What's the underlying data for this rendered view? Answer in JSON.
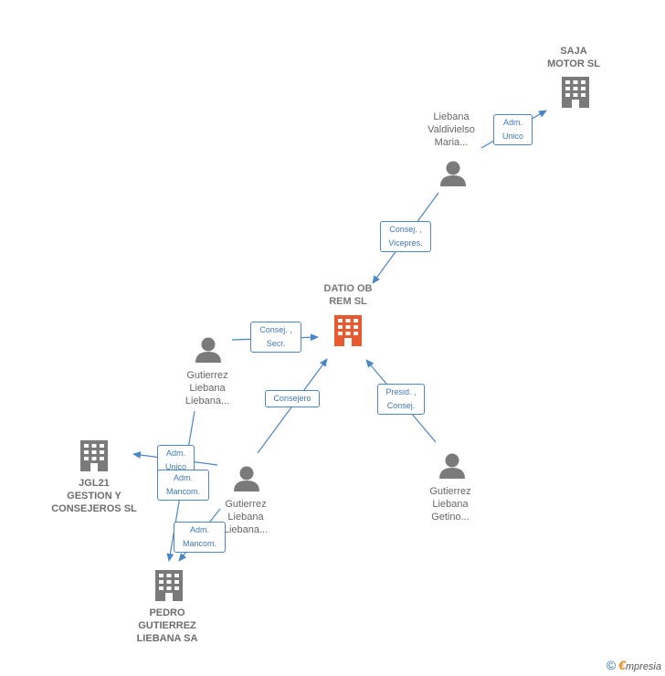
{
  "nodes": {
    "datio": {
      "type": "company",
      "main": true,
      "name_lines": [
        "DATIO OB",
        "REM SL"
      ]
    },
    "saja": {
      "type": "company",
      "name_lines": [
        "SAJA",
        "MOTOR SL"
      ]
    },
    "jgl21": {
      "type": "company",
      "name_lines": [
        "JGL21",
        "GESTION Y",
        "CONSEJEROS SL"
      ]
    },
    "pedro": {
      "type": "company",
      "name_lines": [
        "PEDRO",
        "GUTIERREZ",
        "LIEBANA SA"
      ]
    },
    "liebana_valdivielso": {
      "type": "person",
      "name_lines": [
        "Liebana",
        "Valdivielso",
        "Maria..."
      ]
    },
    "gutierrez_1": {
      "type": "person",
      "name_lines": [
        "Gutierrez",
        "Liebana",
        "Liebana..."
      ]
    },
    "gutierrez_2": {
      "type": "person",
      "name_lines": [
        "Gutierrez",
        "Liebana",
        "Liebana..."
      ]
    },
    "gutierrez_getino": {
      "type": "person",
      "name_lines": [
        "Gutierrez",
        "Liebana",
        "Getino..."
      ]
    }
  },
  "edges": [
    {
      "id": "e1",
      "lines": [
        "Adm.",
        "Unico"
      ]
    },
    {
      "id": "e2",
      "lines": [
        "Consej. ,",
        "Vicepres."
      ]
    },
    {
      "id": "e3",
      "lines": [
        "Consej. ,",
        "Secr."
      ]
    },
    {
      "id": "e4",
      "lines": [
        "Consejero"
      ]
    },
    {
      "id": "e5",
      "lines": [
        "Presid. ,",
        "Consej."
      ]
    },
    {
      "id": "e6",
      "lines": [
        "Adm.",
        "Unico"
      ]
    },
    {
      "id": "e7",
      "lines": [
        "Adm.",
        "Mancom."
      ]
    },
    {
      "id": "e8",
      "lines": [
        "Adm.",
        "Mancom."
      ]
    }
  ],
  "colors": {
    "main_company": "#e85a2e",
    "company": "#7a7a7a",
    "person": "#7a7a7a",
    "edge": "#4a86c8"
  },
  "footer": {
    "copyright_symbol": "©",
    "brand_initial": "€",
    "brand_rest": "mpresia"
  }
}
